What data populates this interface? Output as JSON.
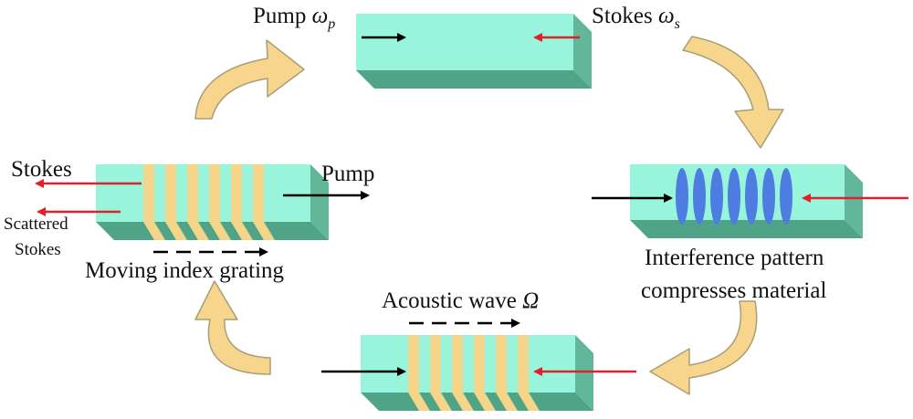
{
  "labels": {
    "pump_top": "Pump",
    "pump_top_symbol": "ω",
    "pump_top_sub": "p",
    "stokes_top": "Stokes",
    "stokes_top_symbol": "ω",
    "stokes_top_sub": "s",
    "stokes_left": "Stokes",
    "pump_left": "Pump",
    "scattered": "Scattered",
    "scattered_stokes": "Stokes",
    "moving_grating": "Moving index grating",
    "interference_line1": "Interference pattern",
    "interference_line2": "compresses material",
    "acoustic": "Acoustic wave",
    "acoustic_symbol": "Ω"
  },
  "colors": {
    "block_front": "#98f5dc",
    "block_top": "#b5f8e6",
    "block_side": "#62b79a",
    "stripe": "#f5d58a",
    "cycle_arrow_fill": "#f7d58d",
    "cycle_arrow_stroke": "#a79f76",
    "pump_arrow": "#000000",
    "stokes_arrow": "#e0202a",
    "ellipse": "#4e7de2"
  }
}
